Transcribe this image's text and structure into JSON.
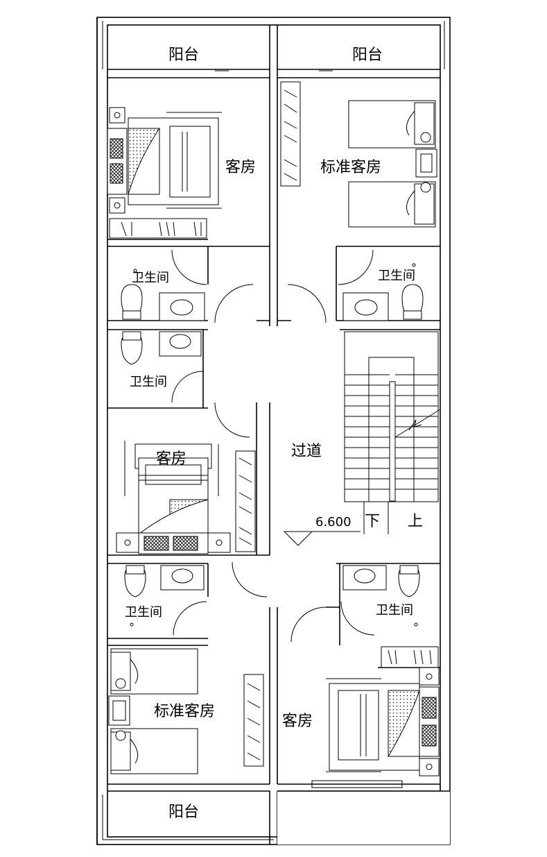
{
  "rooms": {
    "balcony_top_left": "阳台",
    "balcony_top_right": "阳台",
    "guest_room_top_left": "客房",
    "standard_room_top_right": "标准客房",
    "bath_1": "卫生间",
    "bath_2": "卫生间",
    "bath_3": "卫生间",
    "guest_room_mid_left": "客房",
    "corridor": "过道",
    "bath_4": "卫生间",
    "bath_5": "卫生间",
    "standard_room_bottom_left": "标准客房",
    "guest_room_bottom_right": "客房",
    "balcony_bottom": "阳台"
  },
  "stairs": {
    "elevation": "6.600",
    "down": "下",
    "up": "上"
  }
}
